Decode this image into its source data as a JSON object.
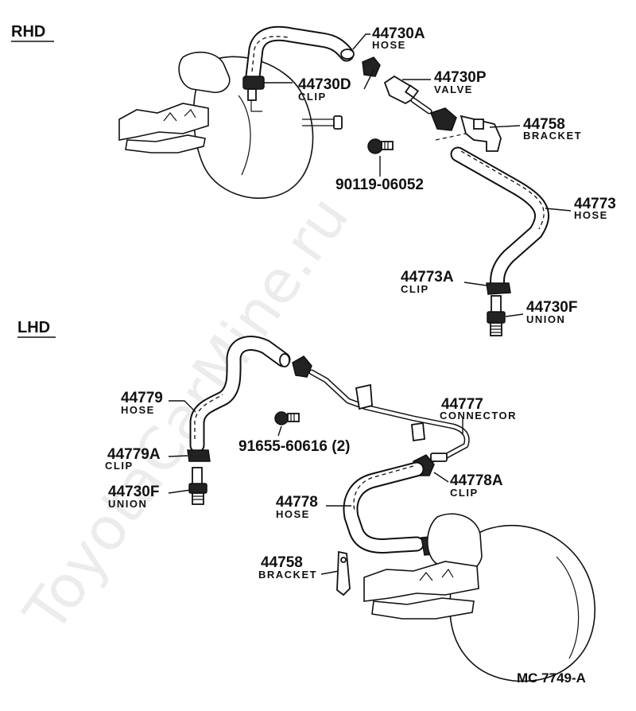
{
  "sections": {
    "rhd": "RHD",
    "lhd": "LHD"
  },
  "reference": "MC  7749-A",
  "watermark": "ToyotaCarMine.ru",
  "callouts": {
    "rhd_44730A": {
      "number": "44730A",
      "name": "HOSE"
    },
    "rhd_44730D": {
      "number": "44730D",
      "name": "CLIP"
    },
    "rhd_44730P": {
      "number": "44730P",
      "name": "VALVE"
    },
    "rhd_44758": {
      "number": "44758",
      "name": "BRACKET"
    },
    "rhd_90119": {
      "number": "90119-06052"
    },
    "rhd_44773": {
      "number": "44773",
      "name": "HOSE"
    },
    "rhd_44773A": {
      "number": "44773A",
      "name": "CLIP"
    },
    "rhd_44730F": {
      "number": "44730F",
      "name": "UNION"
    },
    "lhd_44779": {
      "number": "44779",
      "name": "HOSE"
    },
    "lhd_91655": {
      "number": "91655-60616 (2)"
    },
    "lhd_44777": {
      "number": "44777",
      "name": "CONNECTOR"
    },
    "lhd_44779A": {
      "number": "44779A",
      "name": "CLIP"
    },
    "lhd_44778A": {
      "number": "44778A",
      "name": "CLIP"
    },
    "lhd_44730F": {
      "number": "44730F",
      "name": "UNION"
    },
    "lhd_44778": {
      "number": "44778",
      "name": "HOSE"
    },
    "lhd_44758": {
      "number": "44758",
      "name": "BRACKET"
    }
  }
}
